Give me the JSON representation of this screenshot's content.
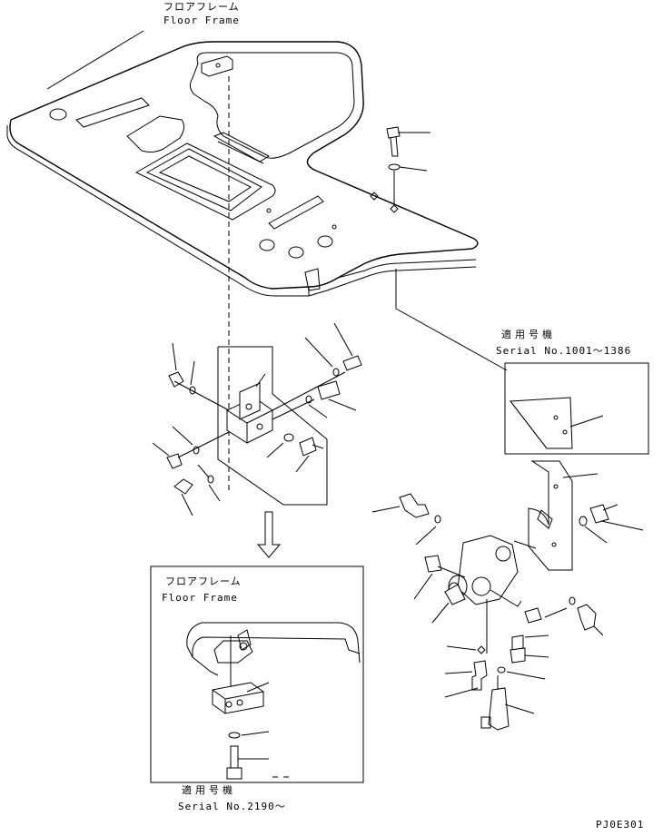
{
  "labels": {
    "floor_frame_jp": "フロアフレーム",
    "floor_frame_en": "Floor Frame",
    "serial_jp_1": "適用号機",
    "serial_1": "Serial No.1001～1386",
    "inset_floor_frame_jp": "フロアフレーム",
    "inset_floor_frame_en": "Floor Frame",
    "serial_jp_2": "適用号機",
    "serial_2": "Serial No.2190～",
    "drawing_code": "PJ0E301"
  }
}
